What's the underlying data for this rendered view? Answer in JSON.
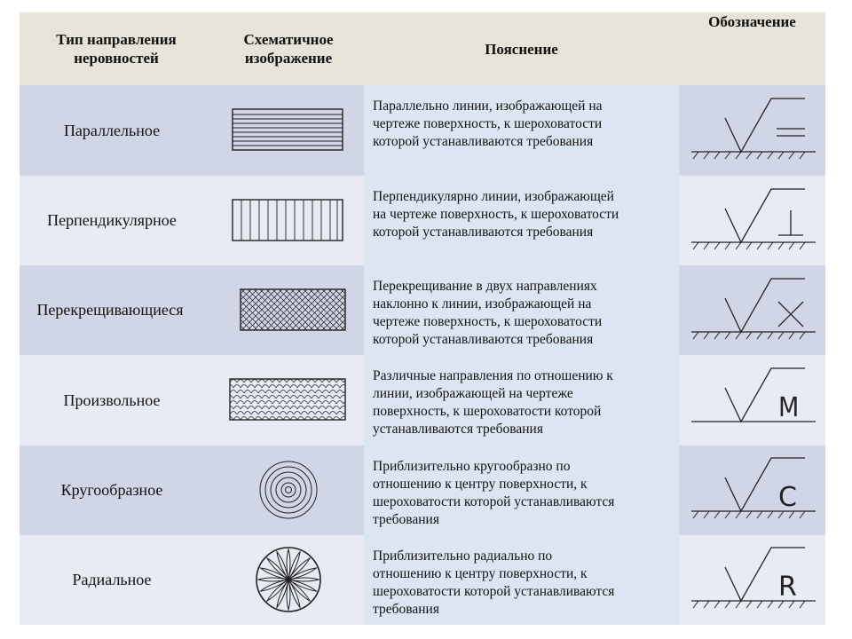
{
  "headers": [
    {
      "text": "Тип направления\nнеровностей"
    },
    {
      "text": "Схематичное\nизображение"
    },
    {
      "text": "Пояснение"
    },
    {
      "text": "Обозначение"
    }
  ],
  "rows": [
    {
      "type": "Параллельное",
      "explanation": "Параллельно линии, изображающей на\nчертеже поверхность, к шероховатости\nкоторой устанавливаются требования",
      "scheme_icon": "parallel-lines-icon",
      "symbol_icon": "roughness-parallel-symbol-icon",
      "symbol_letter": ""
    },
    {
      "type": "Перпендикулярное",
      "explanation": "Перпендикулярно линии, изображающей\nна чертеже поверхность, к шероховатости\nкоторой устанавливаются требования",
      "scheme_icon": "perpendicular-lines-icon",
      "symbol_icon": "roughness-perpendicular-symbol-icon",
      "symbol_letter": ""
    },
    {
      "type": "Перекрещивающиеся",
      "explanation": "Перекрещивание в двух направлениях\nнаклонно к линии, изображающей на\nчертеже поверхность, к шероховатости\nкоторой устанавливаются требования",
      "scheme_icon": "crossed-hatch-icon",
      "symbol_icon": "roughness-crossed-symbol-icon",
      "symbol_letter": ""
    },
    {
      "type": "Произвольное",
      "explanation": "Различные направления по отношению к\nлинии, изображающей на чертеже\nповерхность, к шероховатости которой\nустанавливаются требования",
      "scheme_icon": "random-pattern-icon",
      "symbol_icon": "roughness-M-symbol-icon",
      "symbol_letter": "M"
    },
    {
      "type": "Кругообразное",
      "explanation": "Приблизительно кругообразно по\nотношению к центру поверхности, к\nшероховатости которой устанавливаются\nтребования",
      "scheme_icon": "concentric-circles-icon",
      "symbol_icon": "roughness-C-symbol-icon",
      "symbol_letter": "C"
    },
    {
      "type": "Радиальное",
      "explanation": "Приблизительно радиально по\nотношению к центру поверхности, к\nшероховатости которой устанавливаются\nтребования",
      "scheme_icon": "radial-rosette-icon",
      "symbol_icon": "roughness-R-symbol-icon",
      "symbol_letter": "R"
    }
  ]
}
